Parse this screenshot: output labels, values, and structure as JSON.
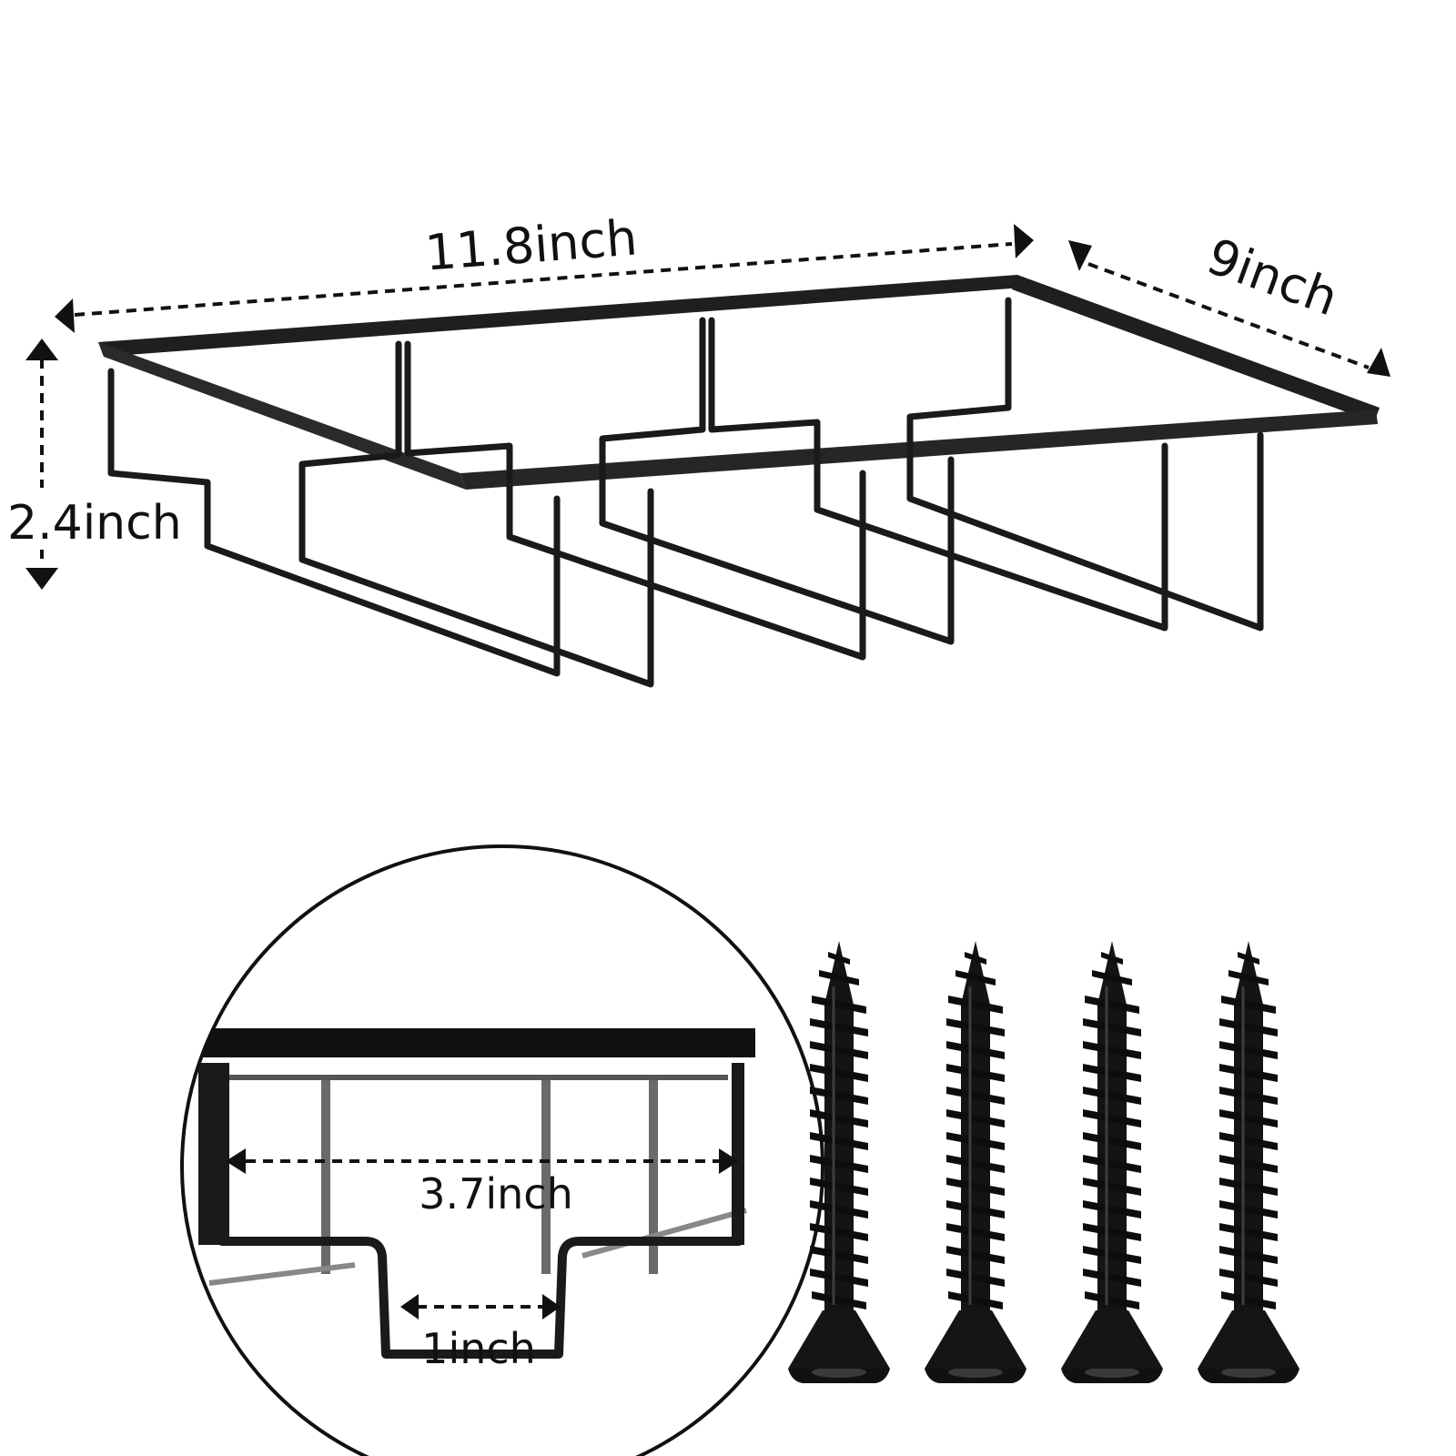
{
  "dimensions": {
    "width_label": "11.8inch",
    "depth_label": "9inch",
    "height_label": "2.4inch",
    "slot_width_label": "3.7inch",
    "slot_opening_label": "1inch"
  },
  "screws": {
    "count": 4
  },
  "colors": {
    "product": "#1a1a1a",
    "background": "#ffffff",
    "annotation": "#111111"
  }
}
